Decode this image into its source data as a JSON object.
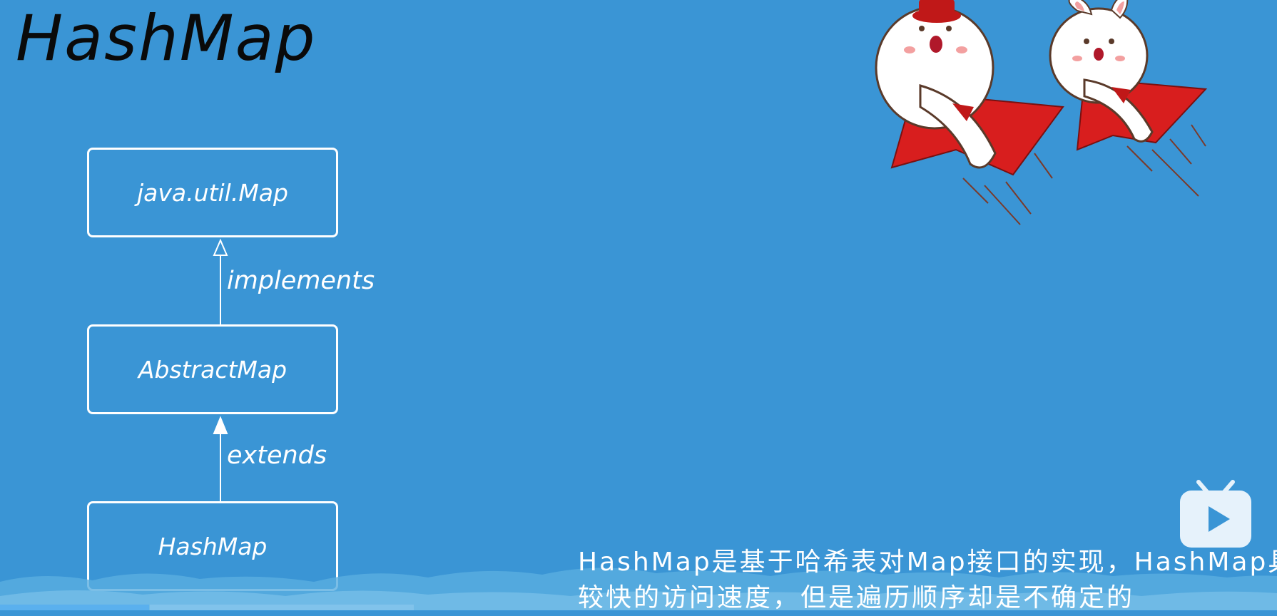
{
  "title": "HashMap",
  "diagram": {
    "nodes": [
      {
        "label": "java.util.Map"
      },
      {
        "label": "AbstractMap"
      },
      {
        "label": "HashMap"
      }
    ],
    "edges": [
      {
        "label": "implements",
        "arrow": "hollow-triangle"
      },
      {
        "label": "extends",
        "arrow": "filled-triangle"
      }
    ]
  },
  "subtitle": {
    "line1": "HashMap是基于哈希表对Map接口的实现，HashMap具有",
    "line2": "较快的访问速度，但是遍历顺序却是不确定的"
  },
  "player": {
    "icon": "bilibili-tv-icon"
  },
  "progress": {
    "played_fraction": 0.117
  },
  "colors": {
    "background": "#3a95d5",
    "box": "#ffffff",
    "cape": "#d81e1e"
  }
}
